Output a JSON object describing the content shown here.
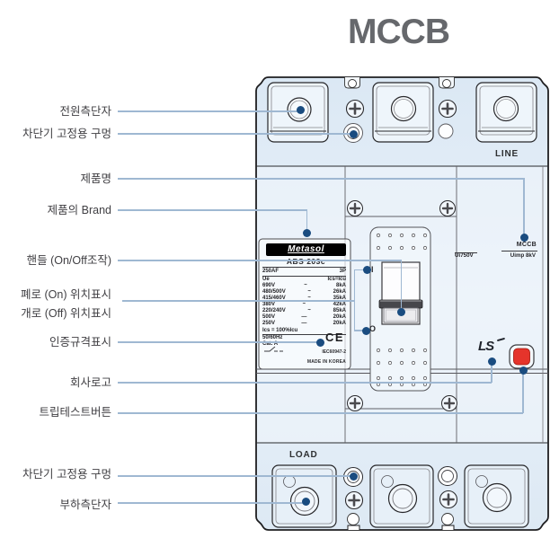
{
  "title": "MCCB",
  "colors": {
    "callout_line": "#9fb8d2",
    "callout_dot": "#1a4c80",
    "trip_button_red": "#e5342b",
    "title_gray": "#66686c",
    "brand_label_bg": "#000000"
  },
  "callouts": [
    "전원측단자",
    "차단기 고정용 구멍",
    "제품명",
    "제품의 Brand",
    "핸들 (On/Off조작)",
    "폐로 (On) 위치표시",
    "개로 (Off) 위치표시",
    "인증규격표시",
    "회사로고",
    "트립테스트버튼",
    "차단기 고정용 구멍",
    "부하측단자"
  ],
  "breaker": {
    "line_label": "LINE",
    "load_label": "LOAD",
    "handle": {
      "on_marker": "I",
      "off_marker": "O"
    },
    "nameplate": {
      "brand": "Metasol",
      "model": "ABS 203c",
      "frame": "250AF",
      "poles": "3P",
      "ue_label": "Ue",
      "ics_label": "Ics=Icu",
      "ratings": [
        {
          "voltage": "690V",
          "sym": "~",
          "breaking": "8kA"
        },
        {
          "voltage": "480/500V",
          "sym": "~",
          "breaking": "26kA"
        },
        {
          "voltage": "415/460V",
          "sym": "~",
          "breaking": "35kA"
        },
        {
          "voltage": "380V",
          "sym": "~",
          "breaking": "42kA"
        },
        {
          "voltage": "220/240V",
          "sym": "~",
          "breaking": "85kA"
        },
        {
          "voltage": "500V",
          "sym": "—",
          "breaking": "20kA"
        },
        {
          "voltage": "250V",
          "sym": "—",
          "breaking": "20kA"
        }
      ],
      "ics_note": "Ics = 100%Icu",
      "frequency": "50/60Hz",
      "category": "Cat. A",
      "ce_mark": "CE",
      "standard": "IEC60947-2",
      "origin": "MADE IN KOREA"
    },
    "ratings_panel": {
      "type_label": "MCCB",
      "ui": "Ui750V",
      "uimp": "Uimp 8kV"
    },
    "company_logo": "LS"
  }
}
